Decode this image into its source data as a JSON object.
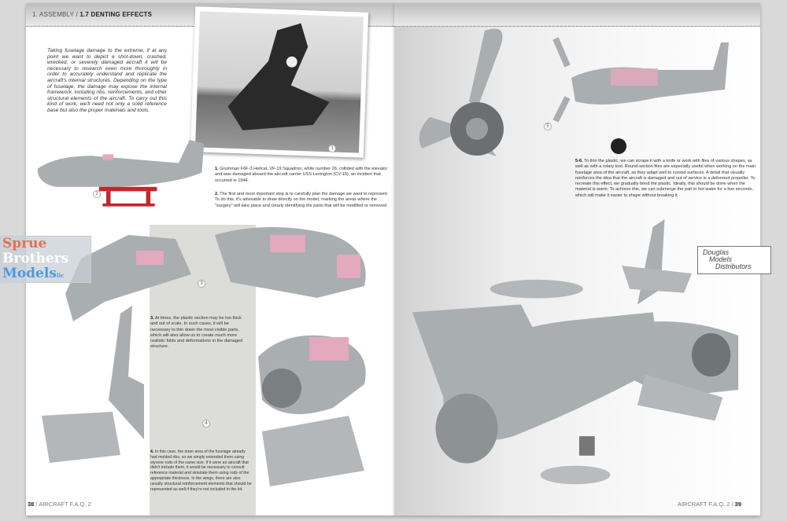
{
  "header": {
    "section": "1. ASSEMBLY",
    "separator": "/",
    "chapter": "1.7 DENTING EFFECTS"
  },
  "intro": "Taking fuselage damage to the extreme, if at any point we want to depict a shot-down, crashed, wrecked, or severely damaged aircraft it will be necessary to research even more thoroughly in order to accurately understand and replicate the aircraft's internal structures. Depending on the type of fuselage, the damage may expose the internal framework, including ribs, reinforcements, and other structural elements of the aircraft. To carry out this kind of work, we'll need not only a solid reference base but also the proper materials and tools.",
  "captions": [
    {
      "num": "1.",
      "text": "Grumman F6F-3 Hellcat, VF-19 Squadron, white number 26, collided with the elevator and was damaged aboard the aircraft carrier USS Lexington (CV-16), an incident that occurred in 1944."
    },
    {
      "num": "2.",
      "text": "The first and most important step is to carefully plan the damage we want to represent. To do this, it's advisable to draw directly on the model, marking the areas where the \"surgery\" will take place and clearly identifying the parts that will be modified or removed."
    },
    {
      "num": "3.",
      "text": "At times, the plastic section may be too thick and out of scale. In such cases, it will be necessary to thin down the most visible parts, which will also allow us to create much more realistic folds and deformations in the damaged structure."
    },
    {
      "num": "4.",
      "text": "In this case, the inner area of the fuselage already had molded ribs, so we simply extended them using styrene rods of the same size. If it were an aircraft that didn't include them, it would be necessary to consult reference material and simulate them using rods of the appropriate thickness. In the wings, there are also usually structural reinforcement elements that should be represented as well if they're not included in the kit."
    },
    {
      "num": "5-6.",
      "text": "To thin the plastic, we can scrape it with a knife or work with files of various shapes, as well as with a rotary tool. Round-section files are especially useful when working on the main fuselage area of the aircraft, as they adapt well to curved surfaces. A detail that visually reinforces the idea that the aircraft is damaged and out of service is a deformed propeller. To recreate this effect, we gradually bend the plastic. Ideally, this should be done when the material is warm. To achieve this, we can submerge the part in hot water for a few seconds, which will make it easier to shape without breaking it."
    }
  ],
  "photo_numbers": [
    "1",
    "2",
    "3",
    "4",
    "5"
  ],
  "footer": {
    "left_page": "38",
    "left_title": "/ AIRCRAFT F.A.Q. 2",
    "right_title": "AIRCRAFT F.A.Q. 2 /",
    "right_page": "39"
  },
  "watermarks": {
    "sprue": [
      "Sprue",
      "Brothers",
      "Models",
      "llc"
    ],
    "douglas": [
      "Douglas",
      "Models",
      "Distributors"
    ]
  },
  "colors": {
    "model_grey": "#a9aeb0",
    "masking_pink": "#e3a9bd",
    "stand_red": "#c3262e"
  }
}
